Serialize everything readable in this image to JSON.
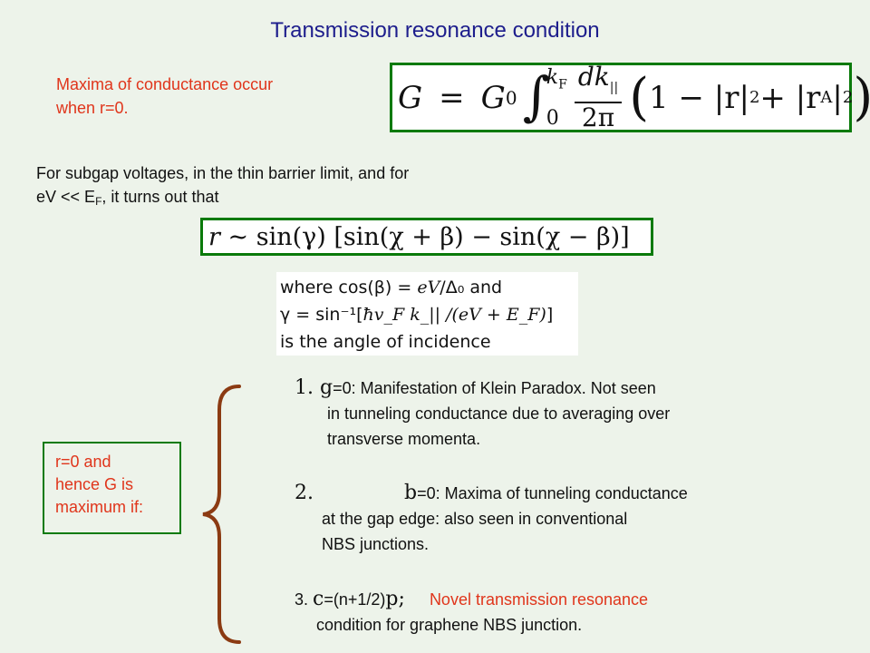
{
  "title": "Transmission resonance condition",
  "maxima_text": [
    "Maxima of conductance occur",
    "when r=0."
  ],
  "eq_G": {
    "lhs": "G",
    "eq": "=",
    "g0": "G",
    "g0_sub": "0",
    "int_upper": "k",
    "int_upper_sub": "F",
    "int_lower": "0",
    "frac_num": "dk",
    "frac_num_sub": "||",
    "frac_den": "2π",
    "open": "(",
    "body": "1 − |r|",
    "sq1": "2",
    "plus": " + |r",
    "rA_sub": "A",
    "bar": "|",
    "sq2": "2",
    "close": ")"
  },
  "subgap": {
    "line1": "For subgap voltages, in the thin barrier limit, and for",
    "line2_pre": "eV << E",
    "line2_sub": "F",
    "line2_post": ", it turns out that"
  },
  "eq_r": {
    "lhs": "r",
    "sim": " ~ ",
    "rhs": "sin(γ) [sin(χ + β) − sin(χ − β)]"
  },
  "where": {
    "l1_pre": "where cos(β) = ",
    "l1_math": "eV",
    "l1_post": "/Δ₀  and",
    "l2_pre": "γ = sin⁻¹[",
    "l2_math": "ħv_F k_|| /(eV + E_F)",
    "l2_post": "]",
    "l3": "is the angle of incidence"
  },
  "items": {
    "i1_glyph": "1.  g",
    "i1_l1": "=0: Manifestation of Klein Paradox. Not seen",
    "i1_l2": "in tunneling conductance due to averaging over",
    "i1_l3": "transverse momenta.",
    "i2_glyph": "2.",
    "i2_glyph2": "b",
    "i2_l1": "=0: Maxima of tunneling conductance",
    "i2_l2": "at the gap edge: also seen in conventional",
    "i2_l3": "NBS junctions.",
    "i3_num": "3.",
    "i3_glyph": "c",
    "i3_mid": "=(n+1/2)",
    "i3_glyph2": "p",
    "i3_glyph3": ";",
    "i3_red": "Novel transmission resonance",
    "i3_l2": "condition for graphene NBS junction."
  },
  "condition_box": [
    "r=0  and",
    "hence G is",
    "maximum if:"
  ],
  "colors": {
    "accent_red": "#e0351b",
    "frame_green": "#0a7a0a",
    "title_blue": "#1d1d8c",
    "brace_brown": "#8b3a12"
  }
}
